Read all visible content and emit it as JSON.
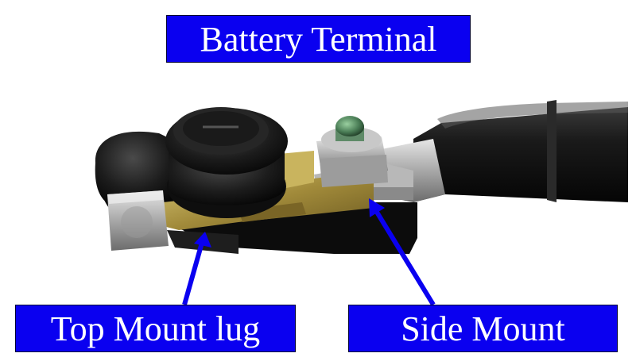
{
  "title": "Battery Terminal",
  "labels": {
    "top_mount": "Top Mount lug",
    "side_mount": "Side Mount"
  },
  "colors": {
    "label_background": "#0a00f0",
    "label_text": "#ffffff",
    "arrow": "#0a00f0",
    "background": "#ffffff"
  }
}
